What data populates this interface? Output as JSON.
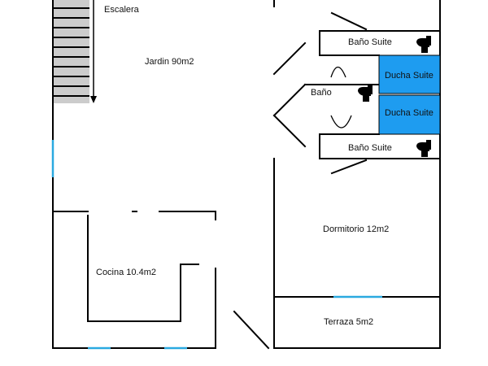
{
  "colors": {
    "wall": "#000000",
    "shower": "#1e9cf0",
    "window": "#2aa9e0",
    "stairs": "#cccccc"
  },
  "rooms": {
    "stairs": "Escalera",
    "garden": "Jardin 90m2",
    "suite_bath_top": "Baño Suite",
    "shower_1": "Ducha Suite",
    "bathroom": "Baño",
    "shower_2": "Ducha Suite",
    "suite_bath_bottom": "Baño Suite",
    "bedroom": "Dormitorio 12m2",
    "kitchen": "Cocina 10.4m2",
    "terrace": "Terraza 5m2"
  },
  "icons": [
    "toilet-icon",
    "toilet-icon",
    "toilet-icon",
    "stairs-icon",
    "arrow-down-icon",
    "door-swing-icon"
  ]
}
